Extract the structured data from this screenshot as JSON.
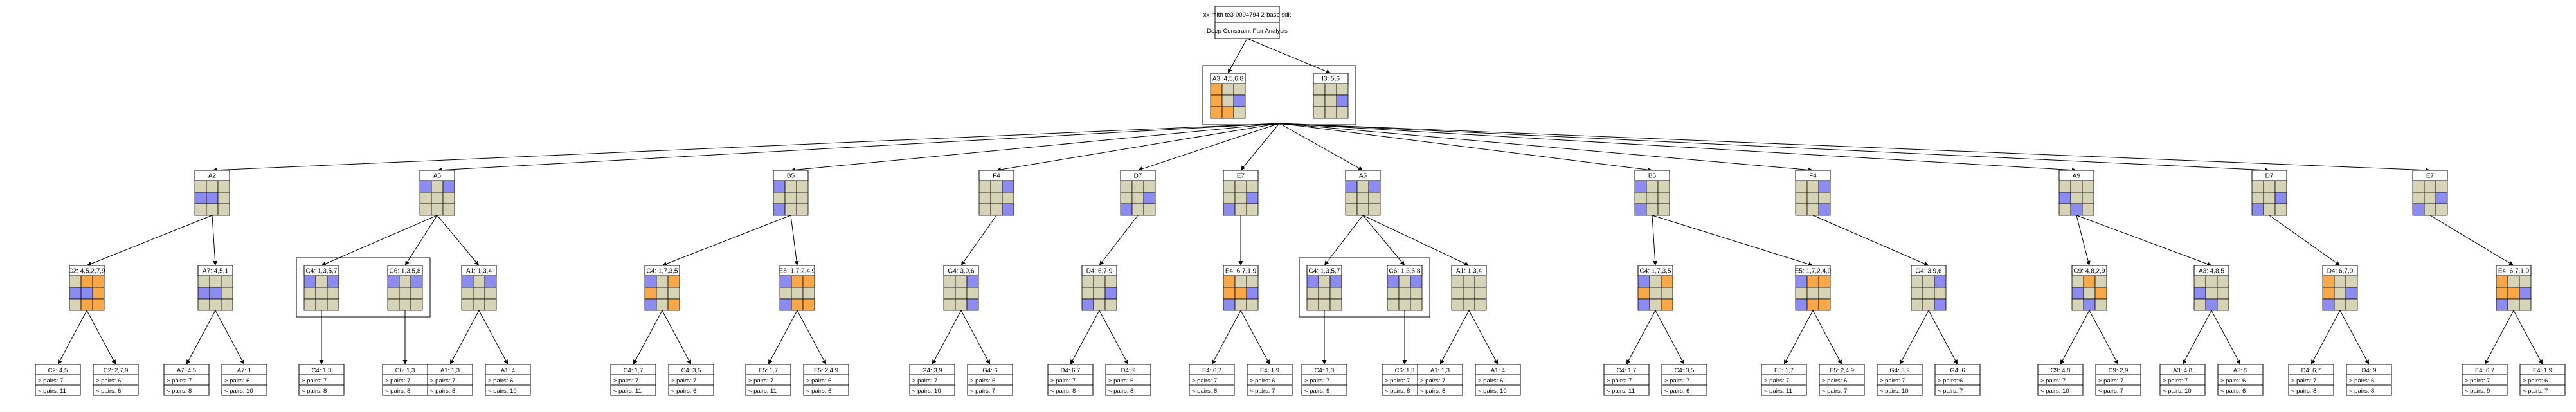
{
  "colors": {
    "gray": "#d6d3b6",
    "blue": "#8c8cf0",
    "orange": "#f8a848",
    "line": "#000000"
  },
  "header": {
    "title": "xx-mith-te3-0004794 2-base sdk",
    "subtitle": "Deep Constraint Pair Analysis"
  },
  "root": [
    {
      "id": "r0",
      "label": "A3: 4,5,6,8",
      "cells": "OGGOGBOOG"
    },
    {
      "id": "r1",
      "label": "I3: 5,6",
      "cells": "GGGGGBGGG"
    }
  ],
  "level1": [
    {
      "id": "l1_0",
      "label": "A2",
      "cells": "GGGBBGGGG"
    },
    {
      "id": "l1_1",
      "label": "A5",
      "cells": "BGBGGGGGG"
    },
    {
      "id": "l1_2",
      "label": "B5",
      "cells": "BGGGGGBGG"
    },
    {
      "id": "l1_3",
      "label": "F4",
      "cells": "GGBGGGGGB"
    },
    {
      "id": "l1_4",
      "label": "D7",
      "cells": "GGGGGBBGG"
    },
    {
      "id": "l1_5",
      "label": "E7",
      "cells": "GGGGGBBGG"
    },
    {
      "id": "l1_6",
      "label": "A5",
      "cells": "BGBGGGGGG"
    },
    {
      "id": "l1_7",
      "label": "B5",
      "cells": "BGGGGGBGG"
    },
    {
      "id": "l1_8",
      "label": "F4",
      "cells": "GGBGGGGGB"
    },
    {
      "id": "l1_9",
      "label": "A9",
      "cells": "GGGBGGGBG"
    },
    {
      "id": "l1_10",
      "label": "D7",
      "cells": "GGGGGBBGG"
    },
    {
      "id": "l1_11",
      "label": "E7",
      "cells": "GGGGGBBGG"
    }
  ],
  "level2": [
    {
      "id": "l2_0",
      "label": "C2: 4,5,2,7,9",
      "cells": "GOOBBOGOO",
      "parent": "l1_0"
    },
    {
      "id": "l2_1",
      "label": "A7: 4,5,1",
      "cells": "GGGBBGGGG",
      "parent": "l1_0"
    },
    {
      "id": "l2_2",
      "label": "C4: 1,3,5,7",
      "cells": "BGBGGGGGG",
      "parent": "l1_1"
    },
    {
      "id": "l2_3",
      "label": "C6: 1,3,5,8",
      "cells": "BGBGGGGGG",
      "parent": "l1_1"
    },
    {
      "id": "l2_4",
      "label": "A1: 1,3,4",
      "cells": "BGBGGGGGG",
      "parent": "l1_1"
    },
    {
      "id": "l2_5",
      "label": "C4: 1,7,3,5",
      "cells": "BGOOGGBGO",
      "parent": "l1_2"
    },
    {
      "id": "l2_6",
      "label": "E5: 1,7,2,4,9",
      "cells": "BOOGGGBOO",
      "parent": "l1_2"
    },
    {
      "id": "l2_7",
      "label": "G4: 3,9,6",
      "cells": "GGBGGGGGB",
      "parent": "l1_3"
    },
    {
      "id": "l2_8",
      "label": "D4: 6,7,9",
      "cells": "GGGGGBBGG",
      "parent": "l1_4"
    },
    {
      "id": "l2_9",
      "label": "E4: 6,7,1,9",
      "cells": "OGGOOBBGG",
      "parent": "l1_5"
    },
    {
      "id": "l2_10",
      "label": "C4: 1,3,5,7",
      "cells": "BGBGGGGGG",
      "parent": "l1_6"
    },
    {
      "id": "l2_11",
      "label": "C6: 1,3,5,8",
      "cells": "BGBGGGGGG",
      "parent": "l1_6"
    },
    {
      "id": "l2_12",
      "label": "A1: 1,3,4",
      "cells": "GGGGGGGGG",
      "parent": "l1_6"
    },
    {
      "id": "l2_13",
      "label": "C4: 1,7,3,5",
      "cells": "BGOOGGBGO",
      "parent": "l1_7"
    },
    {
      "id": "l2_14",
      "label": "E5: 1,7,2,4,9",
      "cells": "BOOGGGBOO",
      "parent": "l1_7"
    },
    {
      "id": "l2_15",
      "label": "G4: 3,9,6",
      "cells": "GGBGGGGGB",
      "parent": "l1_8"
    },
    {
      "id": "l2_16",
      "label": "C9: 4,8,2,9",
      "cells": "GOGBGOGBG",
      "parent": "l1_9"
    },
    {
      "id": "l2_17",
      "label": "A3: 4,8,5",
      "cells": "GGGBGGGBG",
      "parent": "l1_9"
    },
    {
      "id": "l2_18",
      "label": "D4: 6,7,9",
      "cells": "OGGOGBBGG",
      "parent": "l1_10"
    },
    {
      "id": "l2_19",
      "label": "E4: 6,7,1,9",
      "cells": "OGGOOBBGG",
      "parent": "l1_11"
    }
  ],
  "leaves": [
    {
      "label": "C2: 4,5",
      "gt": "> pairs: 7",
      "lt": "< pairs: 11",
      "parent": "l2_0"
    },
    {
      "label": "C2: 2,7,9",
      "gt": "> pairs: 6",
      "lt": "< pairs: 6",
      "parent": "l2_0"
    },
    {
      "label": "A7: 4,5",
      "gt": "> pairs: 7",
      "lt": "< pairs: 8",
      "parent": "l2_1"
    },
    {
      "label": "A7: 1",
      "gt": "> pairs: 6",
      "lt": "< pairs: 10",
      "parent": "l2_1"
    },
    {
      "label": "C4: 1,3",
      "gt": "> pairs: 7",
      "lt": "< pairs: 8",
      "parent": "l2_2"
    },
    {
      "label": "C6: 1,3",
      "gt": "> pairs: 7",
      "lt": "< pairs: 8",
      "parent": "l2_3"
    },
    {
      "label": "A1: 1,3",
      "gt": "> pairs: 7",
      "lt": "< pairs: 8",
      "parent": "l2_4"
    },
    {
      "label": "A1: 4",
      "gt": "> pairs: 6",
      "lt": "< pairs: 10",
      "parent": "l2_4"
    },
    {
      "label": "C4: 1,7",
      "gt": "> pairs: 7",
      "lt": "< pairs: 11",
      "parent": "l2_5"
    },
    {
      "label": "C4: 3,5",
      "gt": "> pairs: 7",
      "lt": "< pairs: 6",
      "parent": "l2_5"
    },
    {
      "label": "E5: 1,7",
      "gt": "> pairs: 7",
      "lt": "< pairs: 11",
      "parent": "l2_6"
    },
    {
      "label": "E5: 2,4,9",
      "gt": "> pairs: 6",
      "lt": "< pairs: 6",
      "parent": "l2_6"
    },
    {
      "label": "G4: 3,9",
      "gt": "> pairs: 7",
      "lt": "< pairs: 10",
      "parent": "l2_7"
    },
    {
      "label": "G4: 6",
      "gt": "> pairs: 6",
      "lt": "< pairs: 7",
      "parent": "l2_7"
    },
    {
      "label": "D4: 6,7",
      "gt": "> pairs: 7",
      "lt": "< pairs: 8",
      "parent": "l2_8"
    },
    {
      "label": "D4: 9",
      "gt": "> pairs: 6",
      "lt": "< pairs: 8",
      "parent": "l2_8"
    },
    {
      "label": "E4: 6,7",
      "gt": "> pairs: 7",
      "lt": "< pairs: 8",
      "parent": "l2_9"
    },
    {
      "label": "E4: 1,9",
      "gt": "> pairs: 6",
      "lt": "< pairs: 7",
      "parent": "l2_9"
    },
    {
      "label": "C4: 1,3",
      "gt": "> pairs: 7",
      "lt": "< pairs: 9",
      "parent": "l2_10"
    },
    {
      "label": "C6: 1,3",
      "gt": "> pairs: 7",
      "lt": "< pairs: 8",
      "parent": "l2_11"
    },
    {
      "label": "A1: 1,3",
      "gt": "> pairs: 7",
      "lt": "< pairs: 8",
      "parent": "l2_12"
    },
    {
      "label": "A1: 4",
      "gt": "> pairs: 6",
      "lt": "< pairs: 10",
      "parent": "l2_12"
    },
    {
      "label": "C4: 1,7",
      "gt": "> pairs: 7",
      "lt": "< pairs: 11",
      "parent": "l2_13"
    },
    {
      "label": "C4: 3,5",
      "gt": "> pairs: 7",
      "lt": "< pairs: 6",
      "parent": "l2_13"
    },
    {
      "label": "E5: 1,7",
      "gt": "> pairs: 7",
      "lt": "< pairs: 11",
      "parent": "l2_14"
    },
    {
      "label": "E5: 2,4,9",
      "gt": "> pairs: 6",
      "lt": "< pairs: 7",
      "parent": "l2_14"
    },
    {
      "label": "G4: 3,9",
      "gt": "> pairs: 7",
      "lt": "< pairs: 10",
      "parent": "l2_15"
    },
    {
      "label": "G4: 6",
      "gt": "> pairs: 6",
      "lt": "< pairs: 7",
      "parent": "l2_15"
    },
    {
      "label": "C9: 4,8",
      "gt": "> pairs: 7",
      "lt": "< pairs: 10",
      "parent": "l2_16"
    },
    {
      "label": "C9: 2,9",
      "gt": "> pairs: 7",
      "lt": "< pairs: 7",
      "parent": "l2_16"
    },
    {
      "label": "A3: 4,8",
      "gt": "> pairs: 7",
      "lt": "< pairs: 10",
      "parent": "l2_17"
    },
    {
      "label": "A3: 5",
      "gt": "> pairs: 6",
      "lt": "< pairs: 6",
      "parent": "l2_17"
    },
    {
      "label": "D4: 6,7",
      "gt": "> pairs: 7",
      "lt": "< pairs: 8",
      "parent": "l2_18"
    },
    {
      "label": "D4: 9",
      "gt": "> pairs: 6",
      "lt": "< pairs: 8",
      "parent": "l2_18"
    },
    {
      "label": "E4: 6,7",
      "gt": "> pairs: 7",
      "lt": "< pairs: 9",
      "parent": "l2_19"
    },
    {
      "label": "E4: 1,9",
      "gt": "> pairs: 6",
      "lt": "< pairs: 7",
      "parent": "l2_19"
    }
  ],
  "groups": [
    {
      "members": [
        "r0",
        "r1"
      ]
    },
    {
      "members": [
        "l2_2",
        "l2_3"
      ]
    },
    {
      "members": [
        "l2_10",
        "l2_11"
      ]
    }
  ]
}
